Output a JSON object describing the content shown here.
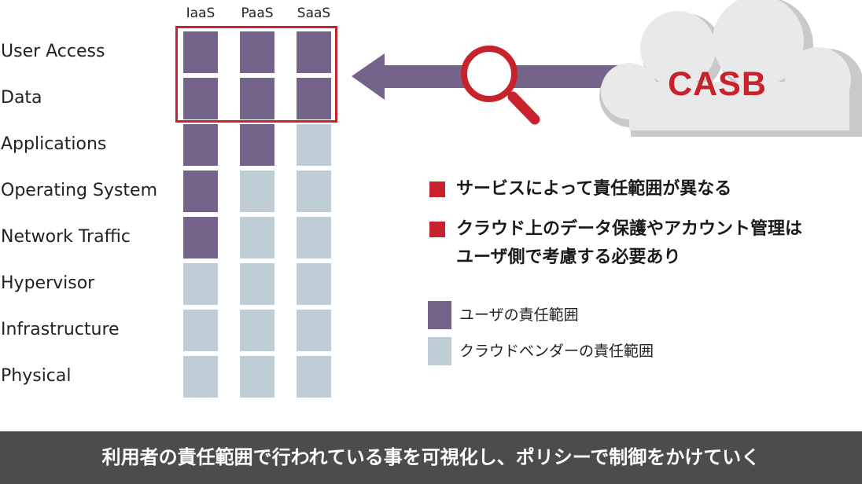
{
  "columns": [
    "IaaS",
    "PaaS",
    "SaaS"
  ],
  "rows": [
    {
      "label": "User Access",
      "cells": [
        "user",
        "user",
        "user"
      ]
    },
    {
      "label": "Data",
      "cells": [
        "user",
        "user",
        "user"
      ]
    },
    {
      "label": "Applications",
      "cells": [
        "user",
        "user",
        "vendor"
      ]
    },
    {
      "label": "Operating System",
      "cells": [
        "user",
        "vendor",
        "vendor"
      ]
    },
    {
      "label": "Network Traffic",
      "cells": [
        "user",
        "vendor",
        "vendor"
      ]
    },
    {
      "label": "Hypervisor",
      "cells": [
        "vendor",
        "vendor",
        "vendor"
      ]
    },
    {
      "label": "Infrastructure",
      "cells": [
        "vendor",
        "vendor",
        "vendor"
      ]
    },
    {
      "label": "Physical",
      "cells": [
        "vendor",
        "vendor",
        "vendor"
      ]
    }
  ],
  "colors": {
    "user": "#75648a",
    "vendor": "#bfcdd6",
    "accent": "#c8222c",
    "footer_bg": "#4b4c4e",
    "cloud": "#e9e9ea",
    "cloud_shadow": "#c9c9cb"
  },
  "cloud": {
    "label": "CASB",
    "icon": "cloud-icon"
  },
  "magnifier": {
    "icon": "magnifier-icon"
  },
  "bullets": [
    "サービスによって責任範囲が異なる",
    "クラウド上のデータ保護やアカウント管理は",
    "ユーザ側で考慮する必要あり"
  ],
  "legend": {
    "user_label": "ユーザの責任範囲",
    "vendor_label": "クラウドベンダーの責任範囲"
  },
  "footer": {
    "text": "利用者の責任範囲で行われている事を可視化し、ポリシーで制御をかけていく"
  }
}
